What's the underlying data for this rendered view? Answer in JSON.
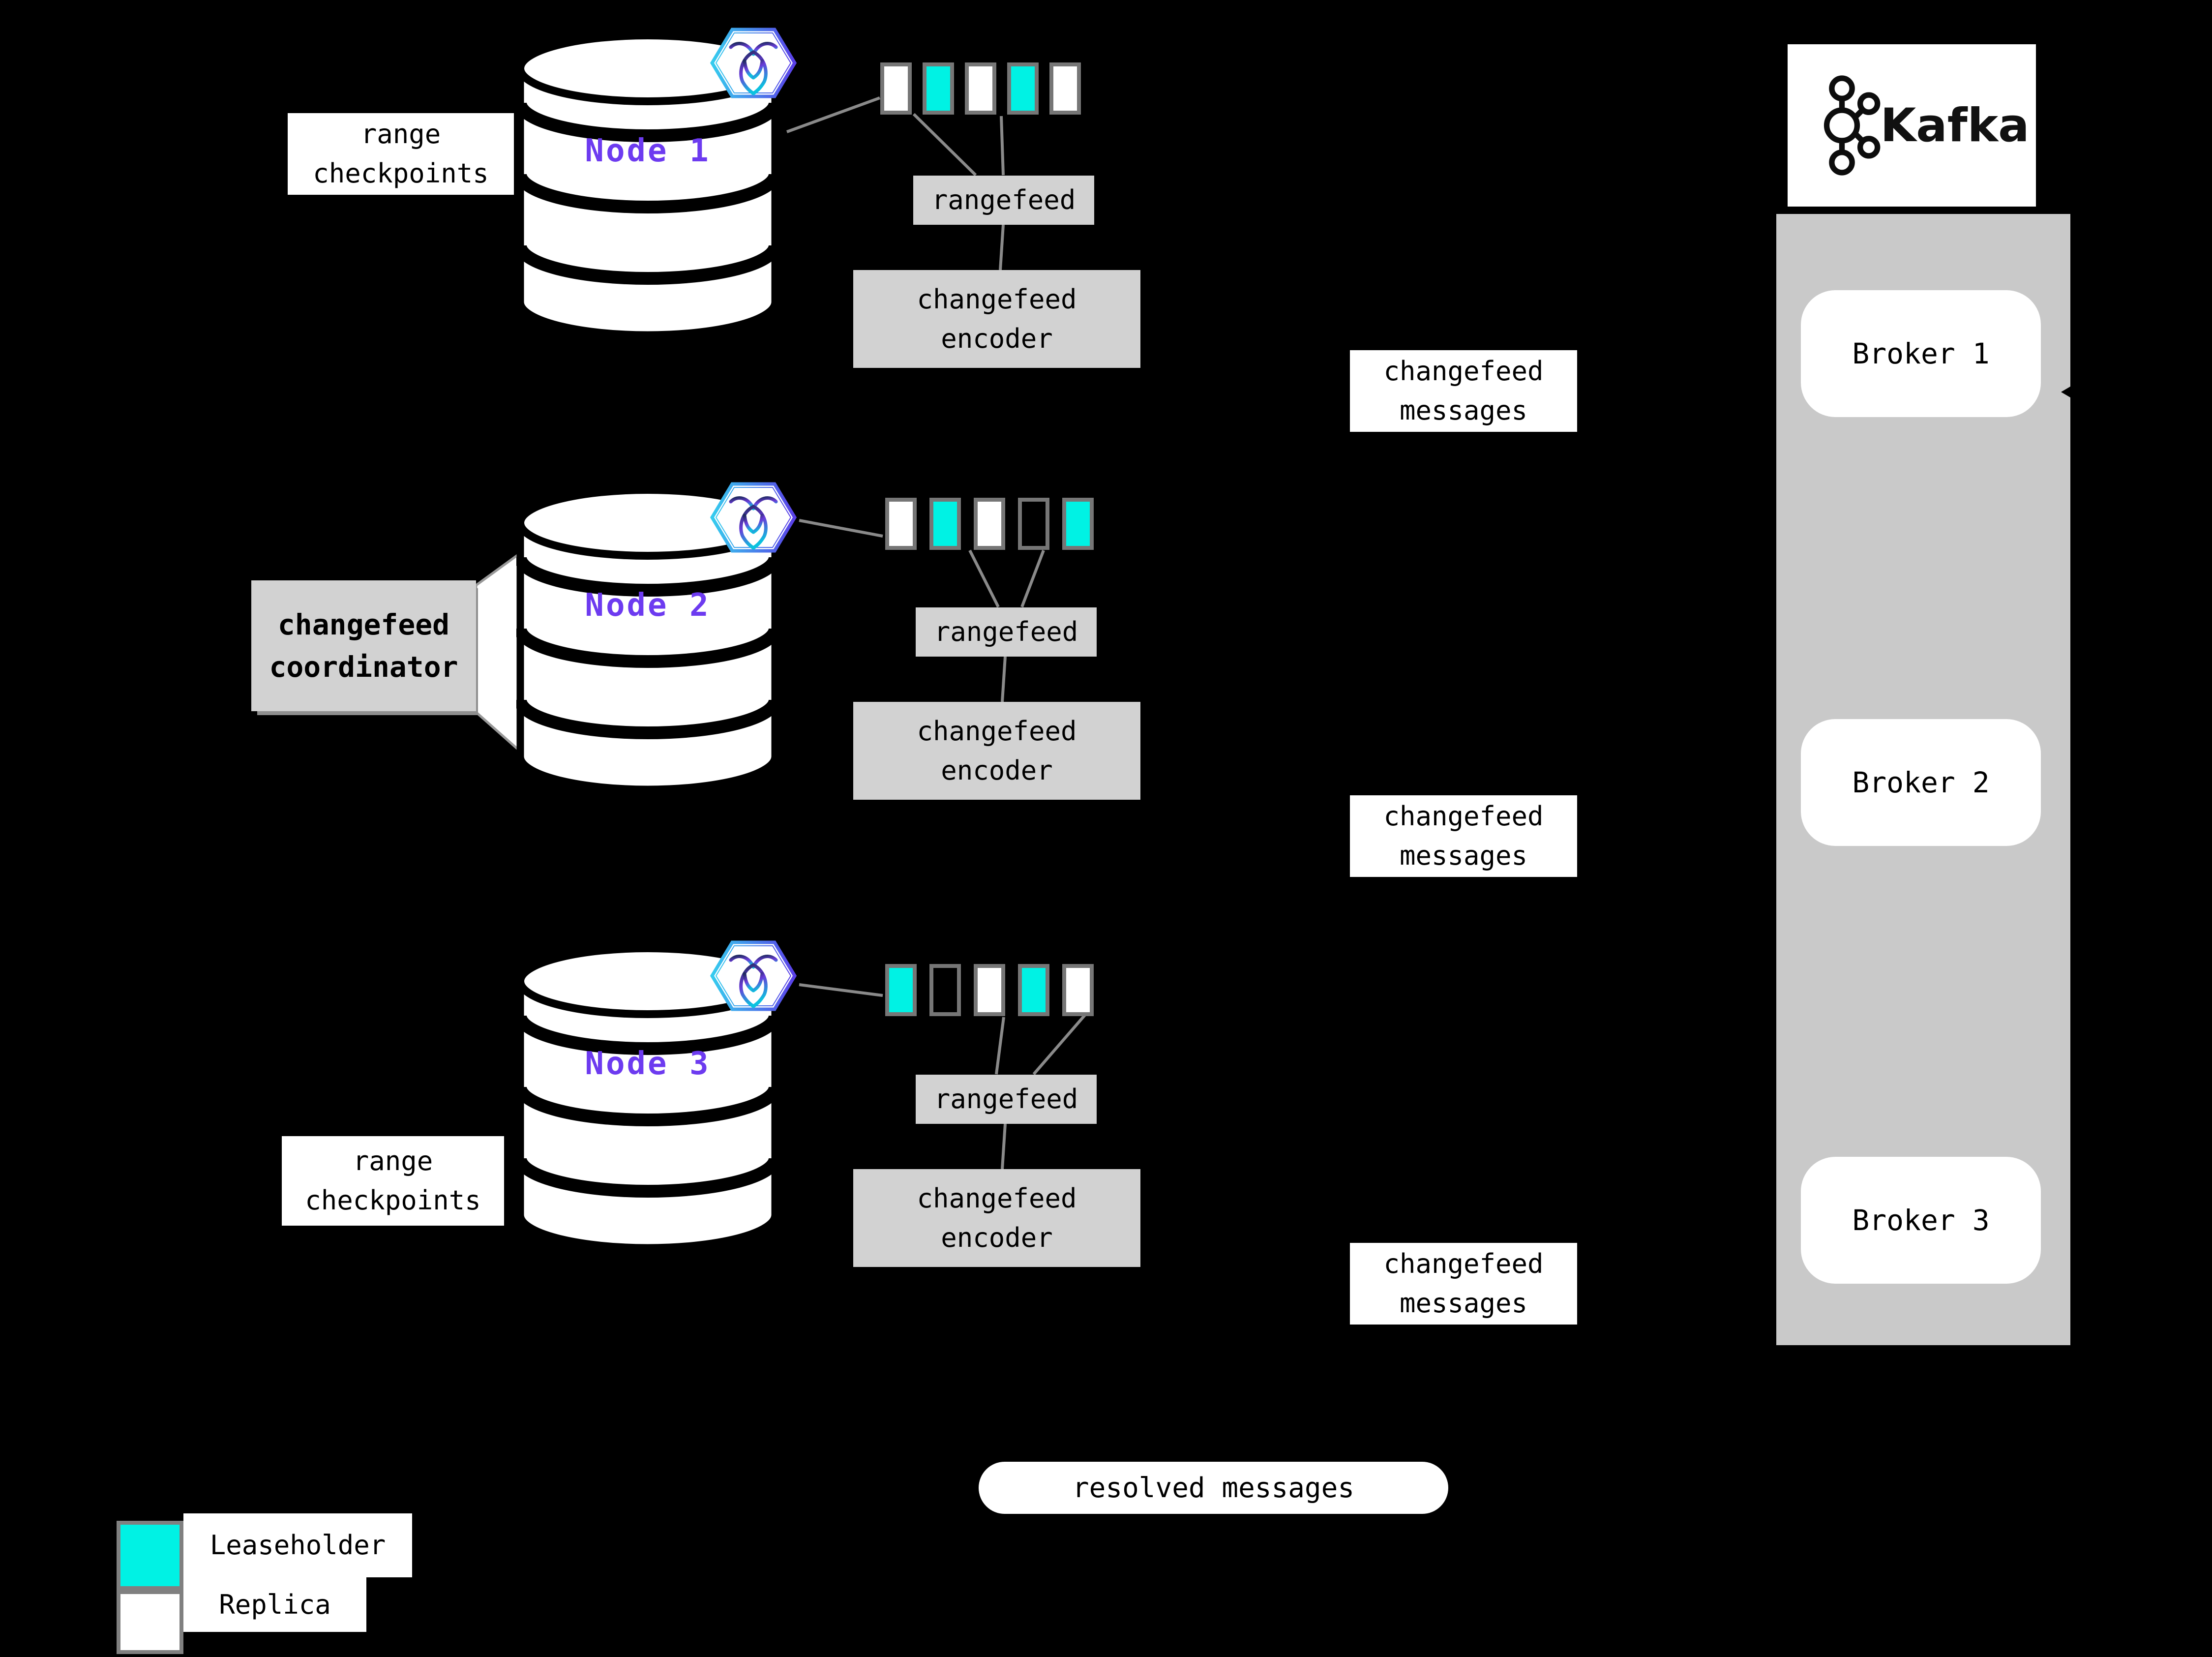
{
  "colors": {
    "leaseholder": "#00f2e4",
    "replica": "#ffffff",
    "chipborder": "#767676",
    "node": "#6d3bf0",
    "boxgray": "#d2d2d2",
    "containergray": "#c9c9c9",
    "linegray": "#8a8a8a"
  },
  "labels": {
    "range_checkpoints_line1": "range",
    "range_checkpoints_line2": "checkpoints",
    "coordinator_line1": "changefeed",
    "coordinator_line2": "coordinator",
    "rangefeed": "rangefeed",
    "encoder_line1": "changefeed",
    "encoder_line2": "encoder",
    "messages_line1": "changefeed",
    "messages_line2": "messages",
    "resolved": "resolved messages"
  },
  "nodes": [
    {
      "label": "Node 1",
      "chips": [
        "replica",
        "leaseholder",
        "replica",
        "leaseholder",
        "replica"
      ]
    },
    {
      "label": "Node 2",
      "chips": [
        "replica",
        "leaseholder",
        "replica",
        "empty",
        "leaseholder"
      ]
    },
    {
      "label": "Node 3",
      "chips": [
        "leaseholder",
        "empty",
        "replica",
        "leaseholder",
        "replica"
      ]
    }
  ],
  "kafka": {
    "title": "Kafka",
    "brokers": [
      {
        "label": "Broker 1"
      },
      {
        "label": "Broker 2"
      },
      {
        "label": "Broker 3"
      }
    ]
  },
  "legend": {
    "items": [
      {
        "key": "leaseholder",
        "label": "Leaseholder"
      },
      {
        "key": "replica",
        "label": "Replica"
      }
    ]
  }
}
